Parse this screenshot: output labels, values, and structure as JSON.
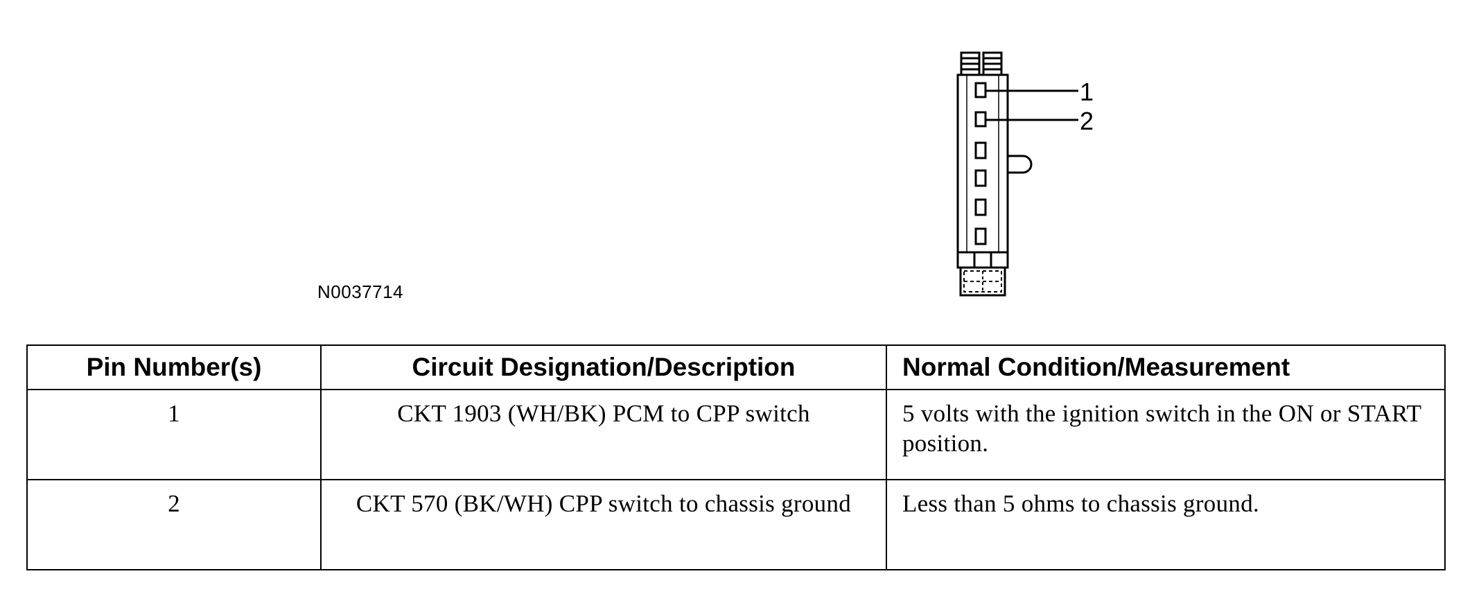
{
  "figure": {
    "id_label": "N0037714",
    "callouts": [
      "1",
      "2"
    ]
  },
  "table": {
    "headers": [
      "Pin Number(s)",
      "Circuit Designation/Description",
      "Normal Condition/Measurement"
    ],
    "rows": [
      [
        "1",
        "CKT 1903 (WH/BK) PCM to CPP switch",
        "5 volts with the ignition switch in the ON or START position."
      ],
      [
        "2",
        "CKT 570 (BK/WH) CPP switch to chassis ground",
        "Less than 5 ohms to chassis ground."
      ]
    ]
  }
}
